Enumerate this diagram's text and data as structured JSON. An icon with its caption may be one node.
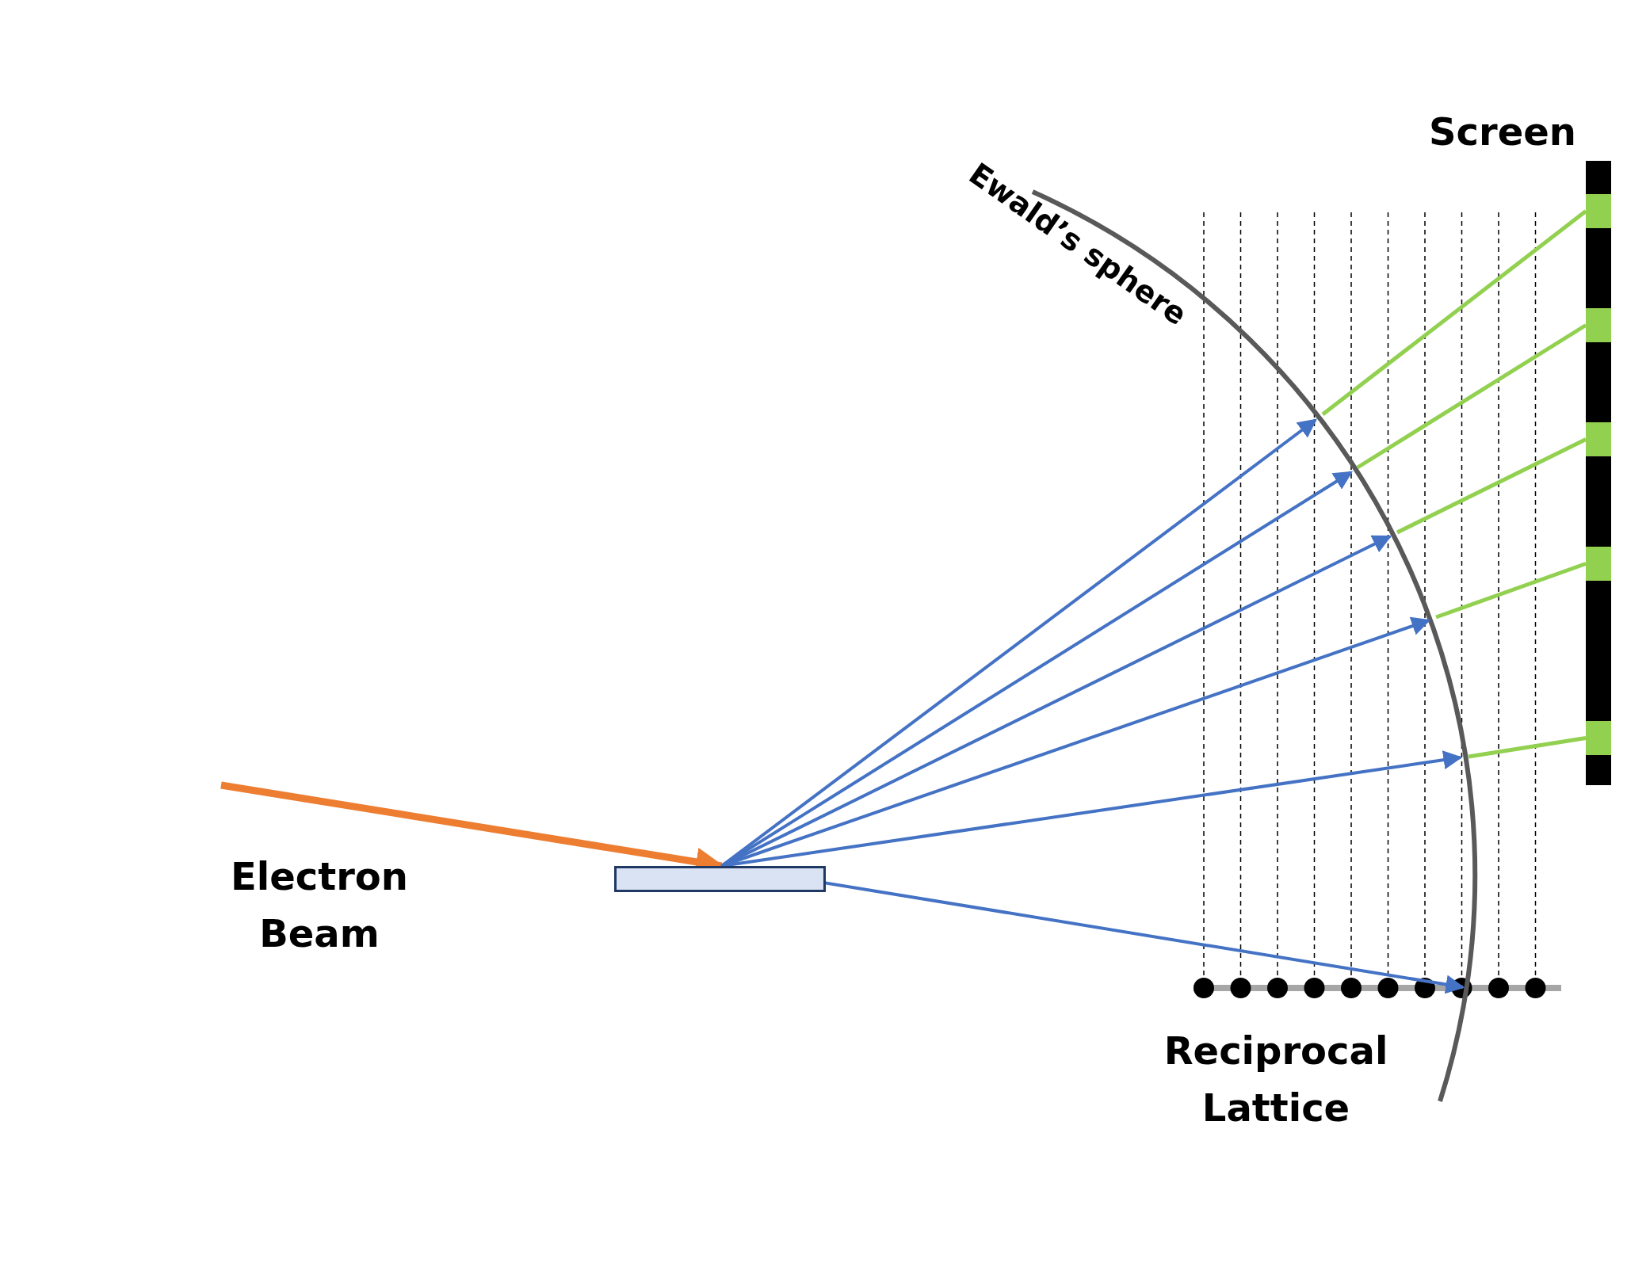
{
  "diagram": {
    "nodes": [
      {
        "text": [],
        "shape": "box"
      },
      {
        "text": [
          "Screen"
        ]
      },
      {
        "text": [],
        "shape": "box",
        "in": 1
      },
      {
        "text": [],
        "shape": "box",
        "in": 1
      },
      {
        "text": [],
        "shape": "box",
        "in": 1
      },
      {
        "text": [],
        "shape": "box",
        "in": 1
      },
      {
        "text": [],
        "shape": "box",
        "in": 1
      }
    ],
    "edges": [
      {
        "from": null,
        "to": 0,
        "arrow": "to",
        "style": "thick",
        "color": "#ed7d31"
      },
      {
        "from": 0,
        "to": null,
        "arrow": "to"
      },
      {
        "from": 0,
        "to": null,
        "arrow": "to"
      },
      {
        "from": 0,
        "to": null,
        "arrow": "to"
      },
      {
        "from": 0,
        "to": null,
        "arrow": "to"
      },
      {
        "from": 0,
        "to": null,
        "arrow": "to"
      },
      {
        "from": 0,
        "to": null,
        "arrow": "to"
      },
      {
        "from": null,
        "to": 2,
        "arrow": "none",
        "color": "#92d050"
      },
      {
        "from": null,
        "to": 3,
        "arrow": "none",
        "color": "#92d050"
      },
      {
        "from": null,
        "to": 4,
        "arrow": "none",
        "color": "#92d050"
      },
      {
        "from": null,
        "to": 5,
        "arrow": "none",
        "color": "#92d050"
      },
      {
        "from": null,
        "to": 6,
        "arrow": "none",
        "color": "#92d050"
      }
    ],
    "labels": [
      "Ewald’s sphere",
      "Electron Beam",
      "Reciprocal Lattice"
    ]
  }
}
